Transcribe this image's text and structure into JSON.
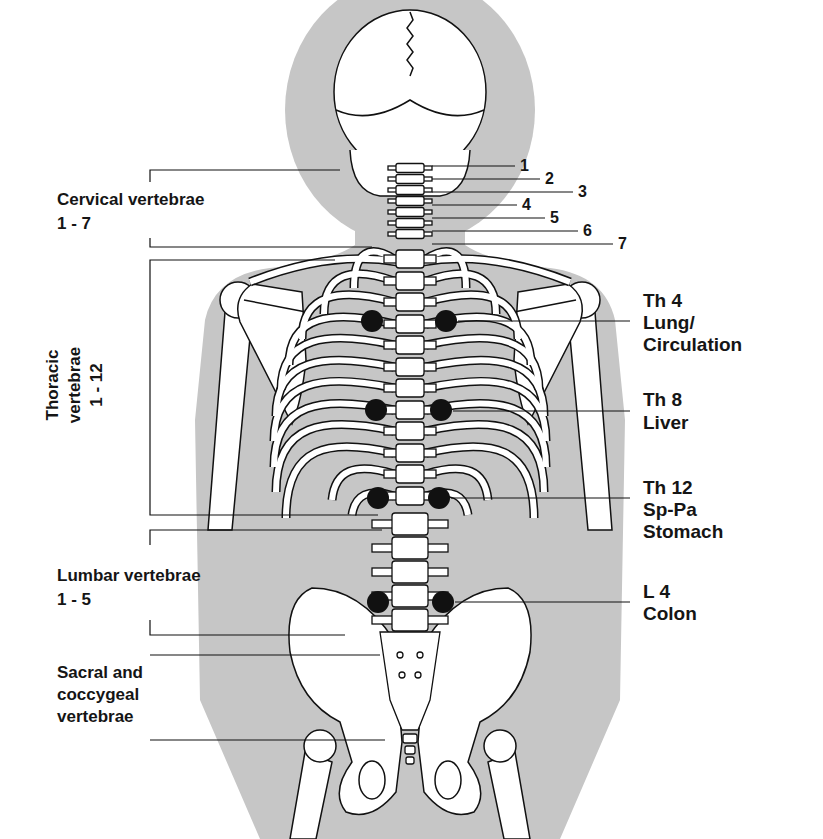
{
  "diagram": {
    "labels": [
      "1",
      "2",
      "3",
      "4",
      "5",
      "6",
      "7",
      "Cervical vertebrae 1 - 7",
      "Th 4",
      "Lung/ Circulation",
      "Thoracic vertebrae 1 - 12",
      "Th 8",
      "Liver",
      "Th 12",
      "Sp-Pa Stomach",
      "Lumbar vertebrae 1 - 5",
      "L 4",
      "Colon",
      "Sacral and coccygeal vertebrae"
    ]
  }
}
